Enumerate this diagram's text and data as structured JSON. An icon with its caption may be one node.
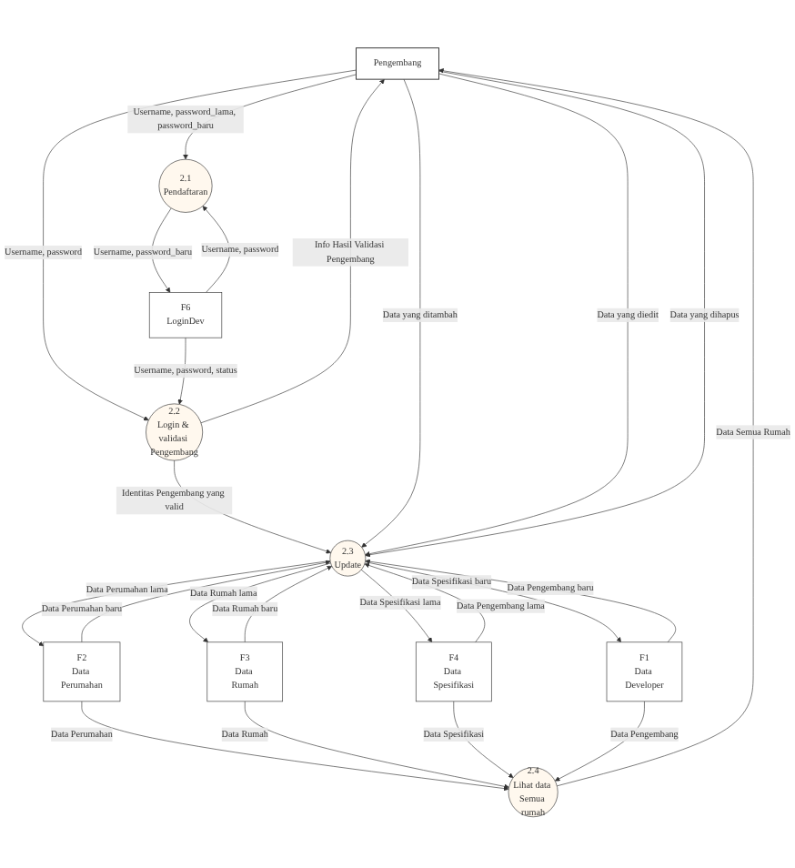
{
  "diagram": {
    "nodes": [
      {
        "text": [
          "Pengembang"
        ]
      },
      {
        "text": [
          "2.1",
          "Pendaftaran"
        ]
      },
      {
        "text": [
          "2.2",
          "Login & validasi Pengembang"
        ]
      },
      {
        "text": [
          "F6",
          "LoginDev"
        ]
      },
      {
        "text": [
          "2.3",
          "Update"
        ]
      },
      {
        "text": [
          "F1",
          "Data Developer"
        ]
      },
      {
        "text": [
          "F2",
          "Data Perumahan"
        ]
      },
      {
        "text": [
          "F3",
          "Data Rumah"
        ]
      },
      {
        "text": [
          "F4",
          "Data Spesifikasi"
        ]
      },
      {
        "text": [
          "2.4",
          "Lihat data Semua rumah"
        ]
      }
    ],
    "edges": [
      {
        "from": 0,
        "to": 1,
        "arrow": "to",
        "label": "Username, password_lama, password_baru"
      },
      {
        "from": 3,
        "to": 1,
        "arrow": "to",
        "label": "Username, password"
      },
      {
        "from": 1,
        "to": 3,
        "arrow": "to",
        "label": "Username, password_baru"
      },
      {
        "from": 2,
        "to": 0,
        "arrow": "to",
        "label": "Info Hasil Validasi Pengembang"
      },
      {
        "from": 0,
        "to": 2,
        "arrow": "to",
        "label": "Username, password"
      },
      {
        "from": 3,
        "to": 2,
        "arrow": "to",
        "label": "Username, password, status"
      },
      {
        "from": 2,
        "to": 4,
        "arrow": "to",
        "label": "Identitas Pengembang yang valid"
      },
      {
        "from": 0,
        "to": 4,
        "arrow": "to",
        "label": "Data yang ditambah"
      },
      {
        "from": 0,
        "to": 4,
        "arrow": "to",
        "label": "Data yang diedit"
      },
      {
        "from": 0,
        "to": 4,
        "arrow": "to",
        "label": "Data yang dihapus"
      },
      {
        "from": 4,
        "to": 8,
        "arrow": "to",
        "label": "Data Spesifikasi lama"
      },
      {
        "from": 8,
        "to": 4,
        "arrow": "to",
        "label": "Data Spesifikasi baru"
      },
      {
        "from": 5,
        "to": 4,
        "arrow": "to",
        "label": "Data Pengembang baru"
      },
      {
        "from": 4,
        "to": 5,
        "arrow": "to",
        "label": "Data Pengembang lama"
      },
      {
        "from": 4,
        "to": 6,
        "arrow": "to",
        "label": "Data Perumahan lama"
      },
      {
        "from": 6,
        "to": 4,
        "arrow": "to",
        "label": "Data Perumahan baru"
      },
      {
        "from": 7,
        "to": 4,
        "arrow": "to",
        "label": "Data Rumah baru"
      },
      {
        "from": 4,
        "to": 7,
        "arrow": "to",
        "label": "Data Rumah lama"
      },
      {
        "from": 6,
        "to": 9,
        "arrow": "to",
        "label": "Data Perumahan"
      },
      {
        "from": 7,
        "to": 9,
        "arrow": "to",
        "label": "Data Rumah"
      },
      {
        "from": 8,
        "to": 9,
        "arrow": "to",
        "label": "Data Spesifikasi"
      },
      {
        "from": 5,
        "to": 9,
        "arrow": "to",
        "label": "Data Pengembang"
      },
      {
        "from": 9,
        "to": 0,
        "arrow": "to",
        "label": "Data Semua Rumah"
      }
    ]
  }
}
